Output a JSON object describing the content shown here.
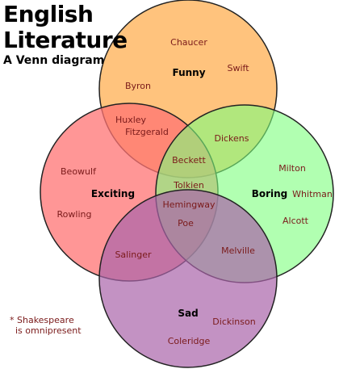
{
  "title": {
    "line1": "English",
    "line2": "Literature",
    "subtitle": "A Venn diagram"
  },
  "footnote": {
    "line1": "* Shakespeare",
    "line2": "  is omnipresent"
  },
  "circles": {
    "funny": {
      "label": "Funny",
      "color": "#ffb866"
    },
    "exciting": {
      "label": "Exciting",
      "color": "#ff7373"
    },
    "boring": {
      "label": "Boring",
      "color": "#7dff7d"
    },
    "sad": {
      "label": "Sad",
      "color": "#a964a9"
    }
  },
  "authors": {
    "chaucer": "Chaucer",
    "swift": "Swift",
    "byron": "Byron",
    "huxley": "Huxley",
    "fitzgerald": "Fitzgerald",
    "dickens": "Dickens",
    "beckett": "Beckett",
    "beowulf": "Beowulf",
    "milton": "Milton",
    "whitman": "Whitman",
    "tolkien": "Tolkien",
    "hemingway": "Hemingway",
    "poe": "Poe",
    "rowling": "Rowling",
    "alcott": "Alcott",
    "salinger": "Salinger",
    "melville": "Melville",
    "dickinson": "Dickinson",
    "coleridge": "Coleridge"
  }
}
